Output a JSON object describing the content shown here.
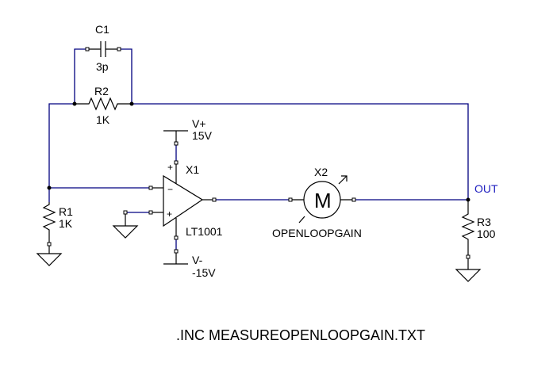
{
  "schematic": {
    "components": {
      "c1": {
        "ref": "C1",
        "value": "3p"
      },
      "r2": {
        "ref": "R2",
        "value": "1K"
      },
      "r1": {
        "ref": "R1",
        "value": "1K"
      },
      "r3": {
        "ref": "R3",
        "value": "100"
      },
      "x1": {
        "ref": "X1",
        "value": "LT1001",
        "plus_sign": "+",
        "minus_sign": "−",
        "supply_plus_sign": "+"
      },
      "x2": {
        "ref": "X2",
        "value": "OPENLOOPGAIN",
        "symbol": "M"
      },
      "vplus": {
        "name": "V+",
        "value": "15V"
      },
      "vminus": {
        "name": "V-",
        "value": "-15V"
      }
    },
    "net_labels": {
      "out": "OUT"
    },
    "directive": ".INC MEASUREOPENLOOPGAIN.TXT"
  }
}
